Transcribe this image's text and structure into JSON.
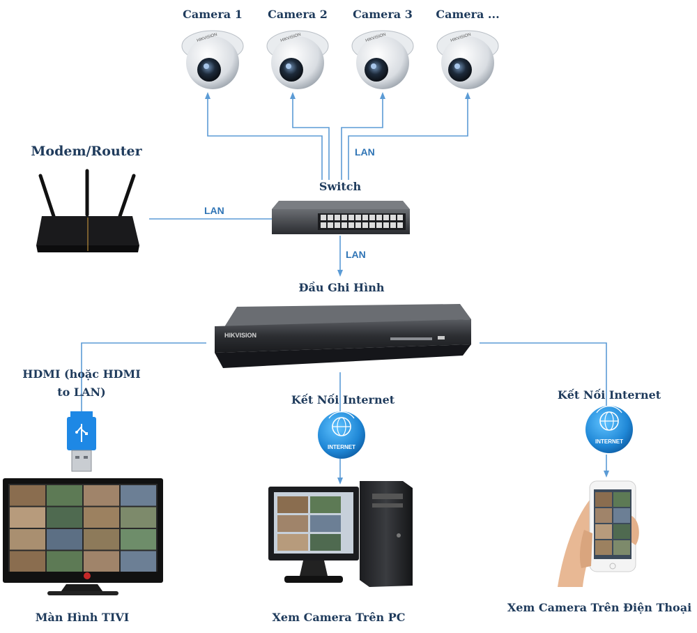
{
  "cameras": [
    {
      "label": "Camera 1",
      "brand": "HIKVISION"
    },
    {
      "label": "Camera 2",
      "brand": "HIKVISION"
    },
    {
      "label": "Camera 3",
      "brand": "HIKVISION"
    },
    {
      "label": "Camera ...",
      "brand": "HIKVISION"
    }
  ],
  "router": {
    "label": "Modem/Router"
  },
  "switch": {
    "label": "Switch"
  },
  "lan_labels": {
    "cameras": "LAN",
    "router": "LAN",
    "recorder": "LAN"
  },
  "recorder": {
    "label": "Đầu Ghi Hình",
    "brand": "HIKVISION"
  },
  "hdmi": {
    "line1": "HDMI (hoặc HDMI",
    "line2": "to LAN)"
  },
  "internet": {
    "pc_label": "Kết Nối Internet",
    "phone_label": "Kết Nối Internet",
    "badge_text": "INTERNET"
  },
  "outputs": {
    "tv": "Màn Hình TIVI",
    "pc": "Xem Camera Trên PC",
    "phone": "Xem Camera Trên Điện Thoại"
  },
  "colors": {
    "wire": "#5b9bd5",
    "label": "#1f3b5c",
    "lan": "#2f74b5",
    "globe": "#1f87d6"
  }
}
